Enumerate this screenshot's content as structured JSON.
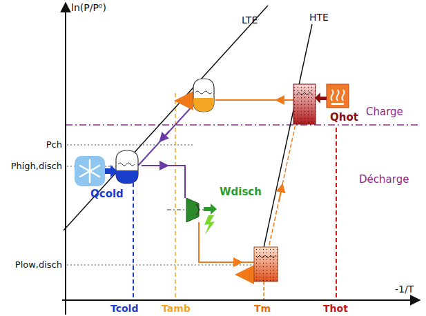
{
  "diagram": {
    "labels": [
      "ln(P/P⁰)",
      "-1/T",
      "LTE",
      "HTE",
      "Charge",
      "Décharge",
      "Pch",
      "Phigh,disch",
      "Plow,disch",
      "Qhot",
      "Qcold",
      "Wdisch",
      "Tcold",
      "Tamb",
      "Tm",
      "Thot"
    ]
  }
}
